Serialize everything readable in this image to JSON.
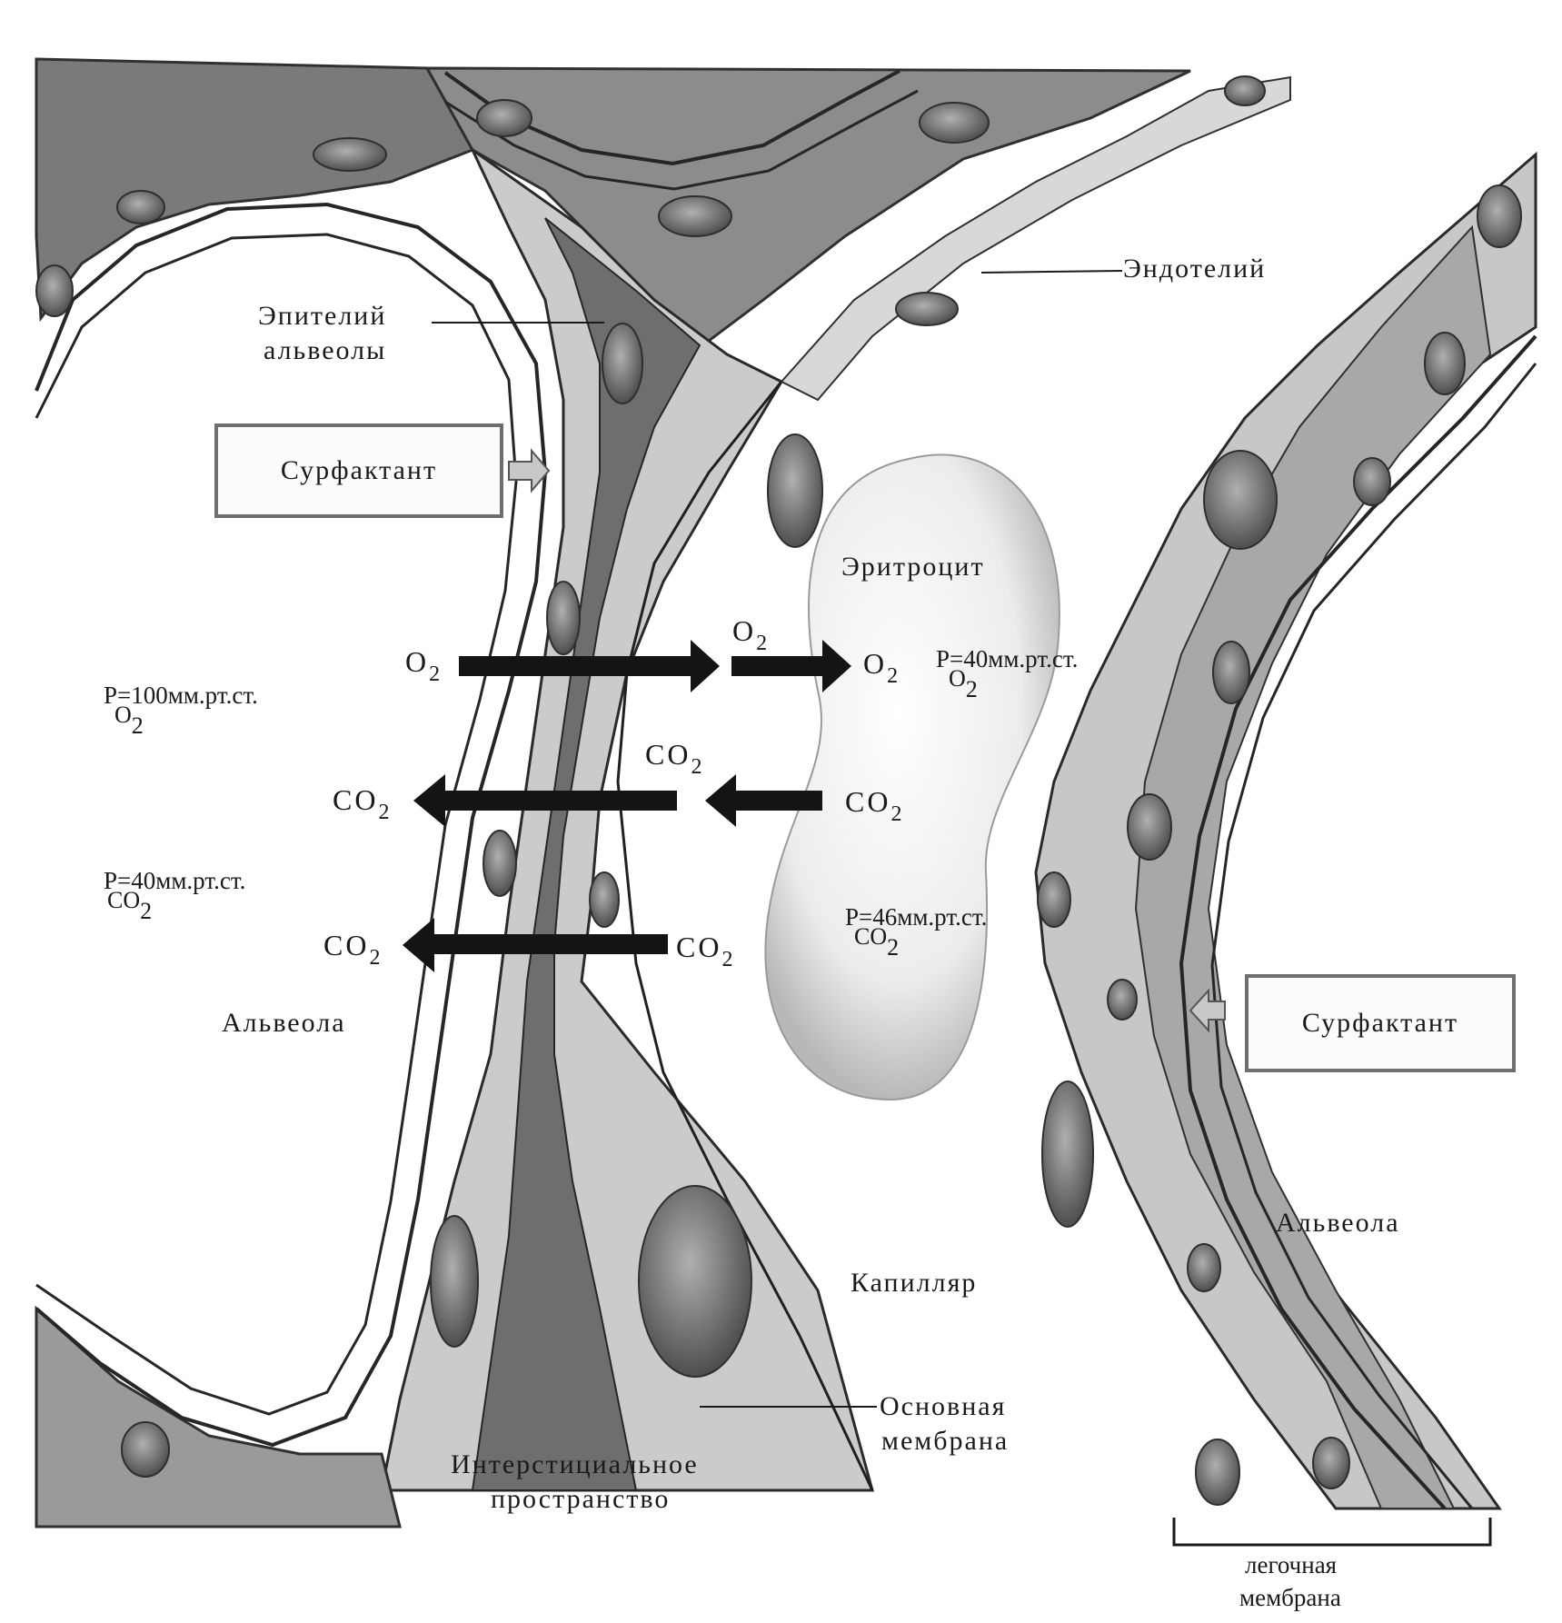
{
  "labels": {
    "endothelium": "Эндотелий",
    "alveolar_epithelium_line1": "Эпителий",
    "alveolar_epithelium_line2": "альвеолы",
    "surfactant_left": "Сурфактант",
    "surfactant_right": "Сурфактант",
    "erythrocyte": "Эритроцит",
    "alveola_left": "Альвеола",
    "alveola_right": "Альвеола",
    "capillary": "Капилляр",
    "basement_membrane_line1": "Основная",
    "basement_membrane_line2": "мембрана",
    "interstitial_line1": "Интерстициальное",
    "interstitial_line2": "пространство",
    "lung_membrane_line1": "легочная",
    "lung_membrane_line2": "мембрана"
  },
  "gases": {
    "o2_base": "O",
    "co2_base": "CO",
    "sub": "2"
  },
  "pressures": {
    "p": "P",
    "alveola_o2": "=100мм.рт.ст.",
    "alveola_co2": "=40мм.рт.ст.",
    "blood_o2": "=40мм.рт.ст.",
    "blood_co2": "=46мм.рт.ст."
  },
  "colors": {
    "tissue_light": "#d2d2d2",
    "tissue_mid": "#a6a6a6",
    "tissue_dark": "#5a5a5a",
    "nucleus": "#7c7c7c",
    "arrow": "#141414",
    "outline": "#262626"
  }
}
